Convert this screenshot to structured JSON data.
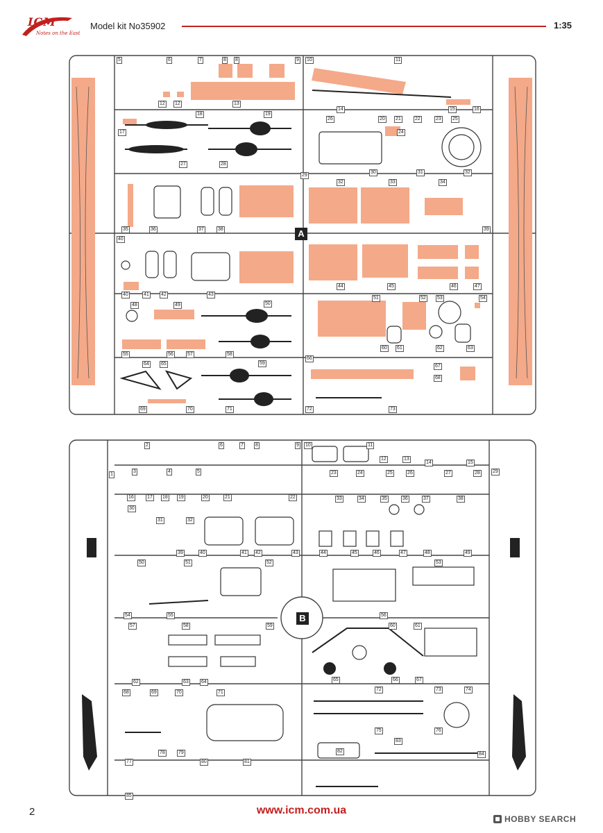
{
  "header": {
    "logo_text": "ICM",
    "logo_subtitle": "Notes on the East",
    "kit_title": "Model kit No35902",
    "scale": "1:35"
  },
  "sprue_a": {
    "letter": "A",
    "part_numbers": [
      "5",
      "6",
      "7",
      "8",
      "8",
      "9",
      "10",
      "11",
      "12",
      "12",
      "13",
      "14",
      "15",
      "16",
      "17",
      "18",
      "19",
      "20",
      "21",
      "22",
      "23",
      "24",
      "25",
      "26",
      "27",
      "28",
      "29",
      "30",
      "31",
      "32",
      "32",
      "33",
      "34",
      "35",
      "36",
      "37",
      "38",
      "39",
      "40",
      "40",
      "41",
      "42",
      "43",
      "44",
      "45",
      "46",
      "47",
      "48",
      "49",
      "50",
      "51",
      "52",
      "53",
      "54",
      "55",
      "56",
      "57",
      "58",
      "59",
      "60",
      "61",
      "62",
      "63",
      "64",
      "65",
      "66",
      "67",
      "68",
      "69",
      "70",
      "71",
      "72",
      "73"
    ]
  },
  "sprue_b": {
    "letter": "B",
    "part_numbers": [
      "1",
      "2",
      "3",
      "4",
      "5",
      "6",
      "7",
      "8",
      "9",
      "10",
      "11",
      "12",
      "13",
      "14",
      "15",
      "16",
      "17",
      "18",
      "19",
      "20",
      "21",
      "22",
      "23",
      "24",
      "25",
      "26",
      "27",
      "28",
      "29",
      "30",
      "31",
      "32",
      "33",
      "34",
      "35",
      "36",
      "37",
      "38",
      "39",
      "40",
      "41",
      "42",
      "43",
      "44",
      "45",
      "46",
      "47",
      "48",
      "49",
      "50",
      "51",
      "52",
      "53",
      "54",
      "55",
      "56",
      "57",
      "58",
      "59",
      "60",
      "61",
      "62",
      "63",
      "64",
      "65",
      "66",
      "67",
      "68",
      "69",
      "70",
      "71",
      "72",
      "73",
      "74",
      "75",
      "76",
      "77",
      "78",
      "79",
      "80",
      "81",
      "82",
      "83",
      "84",
      "85"
    ]
  },
  "colors": {
    "accent": "#c2201f",
    "highlight": "#f4a989",
    "line": "#444444"
  },
  "footer": {
    "page_number": "2",
    "url": "www.icm.com.ua",
    "watermark": "HOBBY SEARCH"
  }
}
